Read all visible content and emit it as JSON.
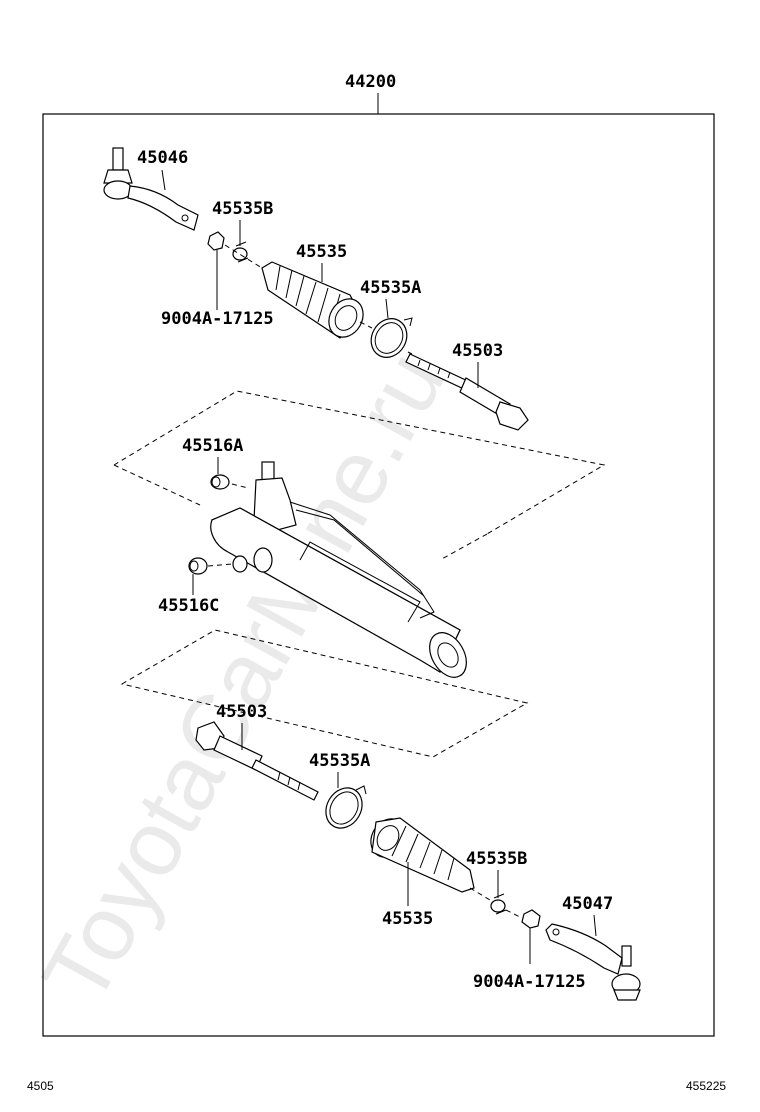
{
  "assembly": {
    "number": "44200"
  },
  "labels": {
    "tie_rod_end_left": "45046",
    "clip_upper": "45535B",
    "boot_upper": "45535",
    "clamp_upper": "45535A",
    "nut_upper": "9004A-17125",
    "rack_end_upper": "45503",
    "bushing_a": "45516A",
    "bushing_c": "45516C",
    "rack_end_lower": "45503",
    "clamp_lower": "45535A",
    "clip_lower": "45535B",
    "boot_lower": "45535",
    "tie_rod_end_right": "45047",
    "nut_lower": "9004A-17125"
  },
  "footer": {
    "left_code": "4505",
    "right_code": "455225"
  },
  "watermark": {
    "text": "ToyotaCarMine.ru"
  }
}
